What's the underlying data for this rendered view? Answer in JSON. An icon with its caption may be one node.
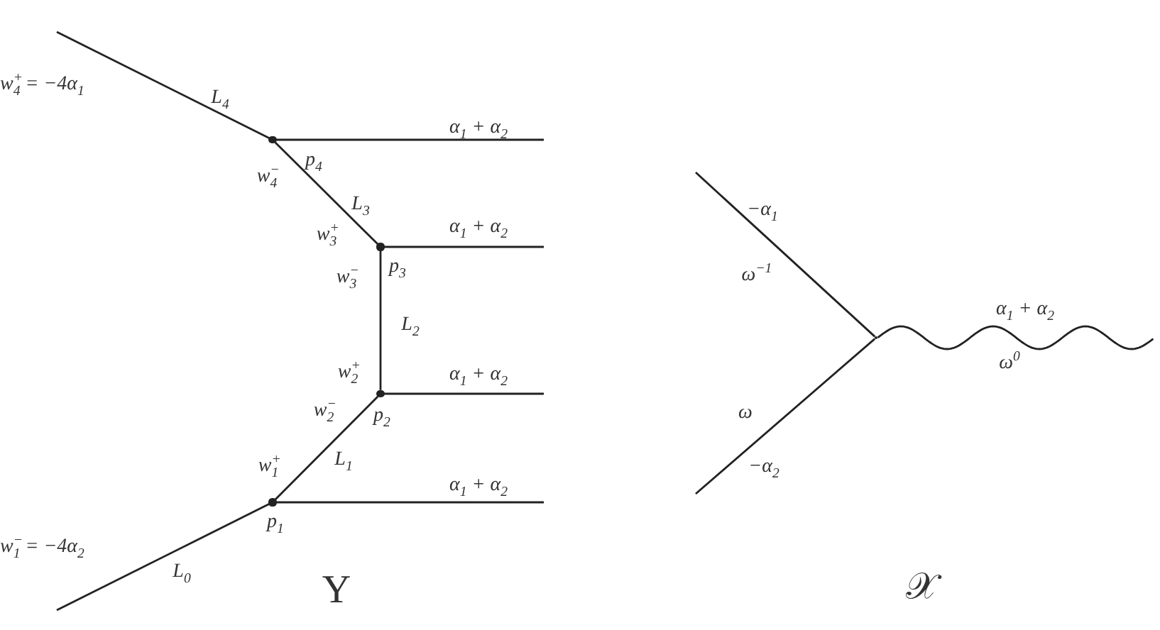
{
  "diagram": {
    "nodes": [
      {
        "text": [],
        "shape": "dot",
        "beside": [
          "p$_{4}$",
          "w$^{−}$$_{4}$"
        ]
      },
      {
        "text": [],
        "shape": "dot",
        "beside": [
          "w$^{+}$$_{3}$",
          "p$_{3}$",
          "w$^{−}$$_{3}$"
        ]
      },
      {
        "text": [],
        "shape": "dot",
        "beside": [
          "w$^{+}$$_{2}$",
          "w$^{−}$$_{2}$",
          "p$_{2}$"
        ]
      },
      {
        "text": [],
        "shape": "dot",
        "beside": [
          "w$^{+}$$_{1}$",
          "p$_{1}$"
        ]
      },
      {
        "text": [],
        "shape": "point"
      }
    ],
    "edges": [
      {
        "from": null,
        "to": 0,
        "arrow": "none",
        "label": "L$_{4}$"
      },
      {
        "from": 0,
        "to": null,
        "arrow": "none",
        "label": "α$_{1}$ + α$_{2}$"
      },
      {
        "from": 0,
        "to": 1,
        "arrow": "none",
        "label": "L$_{3}$"
      },
      {
        "from": 1,
        "to": null,
        "arrow": "none",
        "label": "α$_{1}$ + α$_{2}$"
      },
      {
        "from": 1,
        "to": 2,
        "arrow": "none",
        "label": "L$_{2}$"
      },
      {
        "from": 2,
        "to": null,
        "arrow": "none",
        "label": "α$_{1}$ + α$_{2}$"
      },
      {
        "from": 2,
        "to": 3,
        "arrow": "none",
        "label": "L$_{1}$"
      },
      {
        "from": 3,
        "to": null,
        "arrow": "none",
        "label": "α$_{1}$ + α$_{2}$"
      },
      {
        "from": null,
        "to": 3,
        "arrow": "none",
        "label": "L$_{0}$"
      },
      {
        "from": null,
        "to": 4,
        "arrow": "none",
        "label": "−α$_{1}$"
      },
      {
        "from": null,
        "to": 4,
        "arrow": "none",
        "label": "−α$_{2}$"
      },
      {
        "from": 4,
        "to": null,
        "arrow": "none",
        "label": "α$_{1}$ + α$_{2}$"
      }
    ],
    "labels": [
      "w$^{+}$$_{4}$ = −4α$_{1}$",
      "ω$^{−1}$",
      "ω$^{0}$",
      "ω",
      "w$^{−}$$_{1}$ = −4α$_{2}$",
      "Y",
      "𝒳"
    ]
  }
}
